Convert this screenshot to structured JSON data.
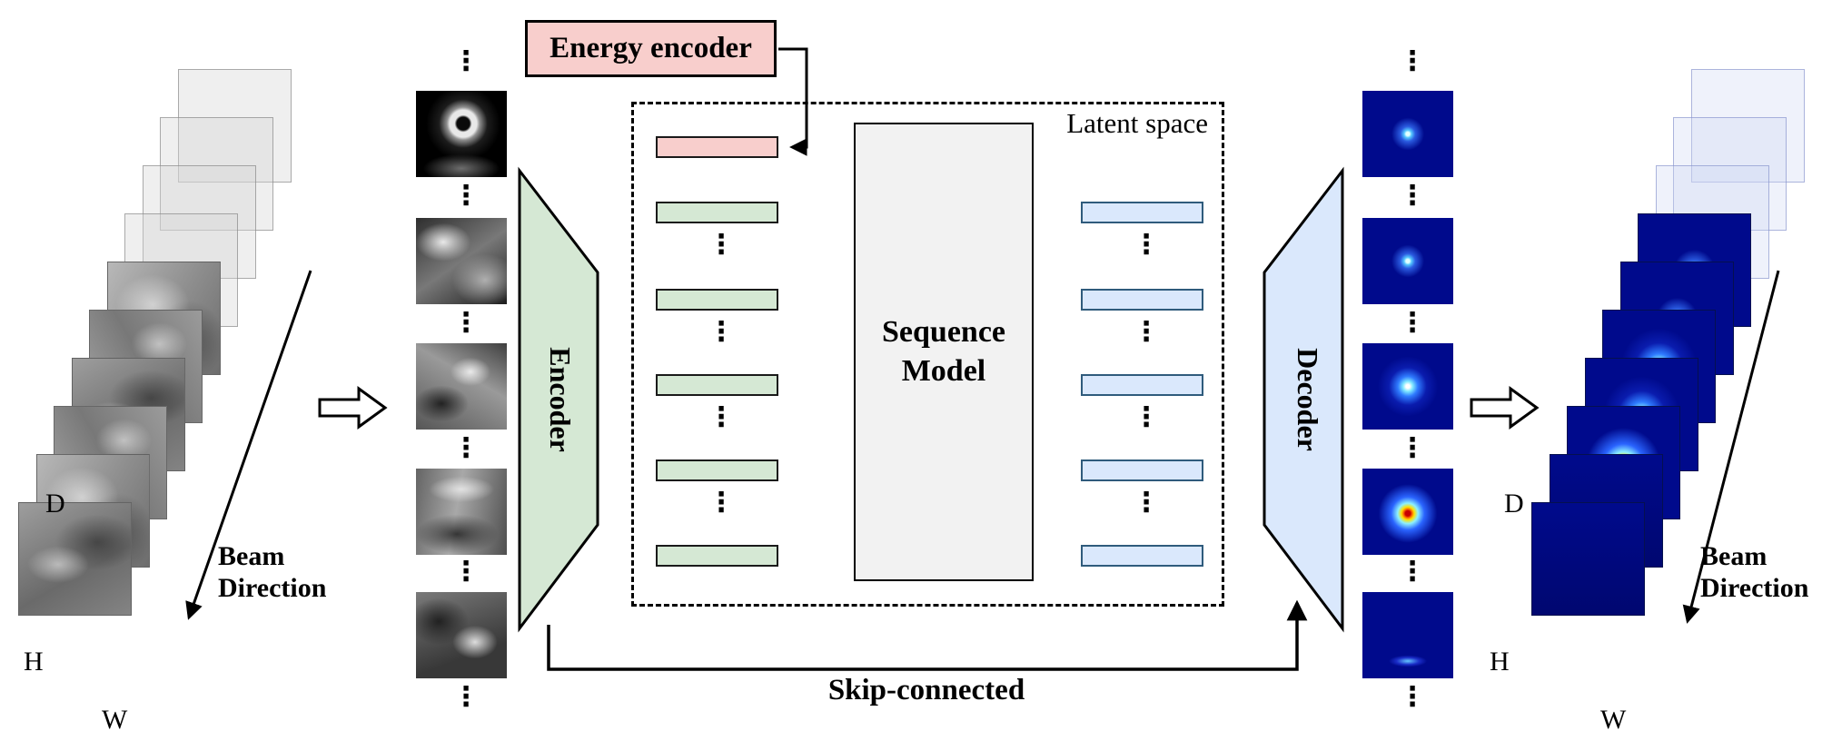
{
  "figure": {
    "energy_encoder_label": "Energy encoder",
    "latent_space_label": "Latent space",
    "sequence_model_label": "Sequence Model",
    "encoder_label": "Encoder",
    "decoder_label": "Decoder",
    "skip_connected_label": "Skip-connected",
    "left_volume": {
      "beam_direction_label": "Beam Direction",
      "axis_d": "D",
      "axis_h": "H",
      "axis_w": "W"
    },
    "right_volume": {
      "beam_direction_label": "Beam Direction",
      "axis_d": "D",
      "axis_h": "H",
      "axis_w": "W"
    },
    "glyphs": {
      "vertical_ellipsis": "⋮"
    },
    "colors": {
      "energy_salmon": "#f8cecc",
      "encoder_green": "#d5e8d4",
      "decoder_blue": "#dae8fc",
      "sequence_gray": "#f2f2f2",
      "heatmap_navy": "#000a8c",
      "heatmap_hot": "#c80000"
    },
    "counts": {
      "left_volume_slices": 10,
      "right_volume_slices": 10,
      "input_patches": 5,
      "output_heatmaps": 5,
      "encoder_latent_bars": 5,
      "decoder_latent_bars": 5
    }
  }
}
